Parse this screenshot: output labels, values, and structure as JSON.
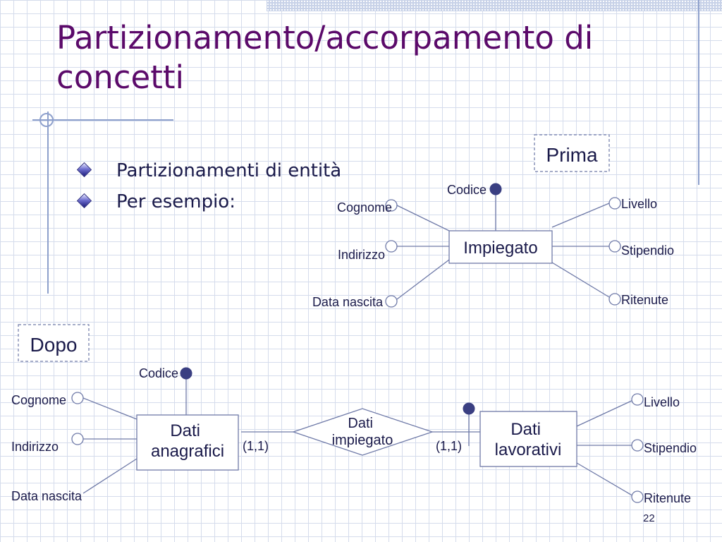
{
  "slide": {
    "title": "Partizionamento/accorpamento di concetti",
    "bullets": [
      "Partizionamenti di entità",
      "Per esempio:"
    ],
    "page_number": "22"
  },
  "before": {
    "label": "Prima",
    "entity": "Impiegato",
    "identifier": "Codice",
    "attributes_left": [
      "Cognome",
      "Indirizzo",
      "Data nascita"
    ],
    "attributes_right": [
      "Livello",
      "Stipendio",
      "Ritenute"
    ]
  },
  "after": {
    "label": "Dopo",
    "entity_left": [
      "Dati",
      "anagrafici"
    ],
    "entity_right": [
      "Dati",
      "lavorativi"
    ],
    "relationship": [
      "Dati",
      "impiegato"
    ],
    "identifier": "Codice",
    "cardinality_left": "(1,1)",
    "cardinality_right": "(1,1)",
    "attributes_left": [
      "Cognome",
      "Indirizzo",
      "Data nascita"
    ],
    "attributes_right": [
      "Livello",
      "Stipendio",
      "Ritenute"
    ]
  },
  "colors": {
    "title": "#5b0a6a",
    "text": "#1a1a4a",
    "line": "#6f7aa8",
    "node_fill": "#3a3f82"
  }
}
